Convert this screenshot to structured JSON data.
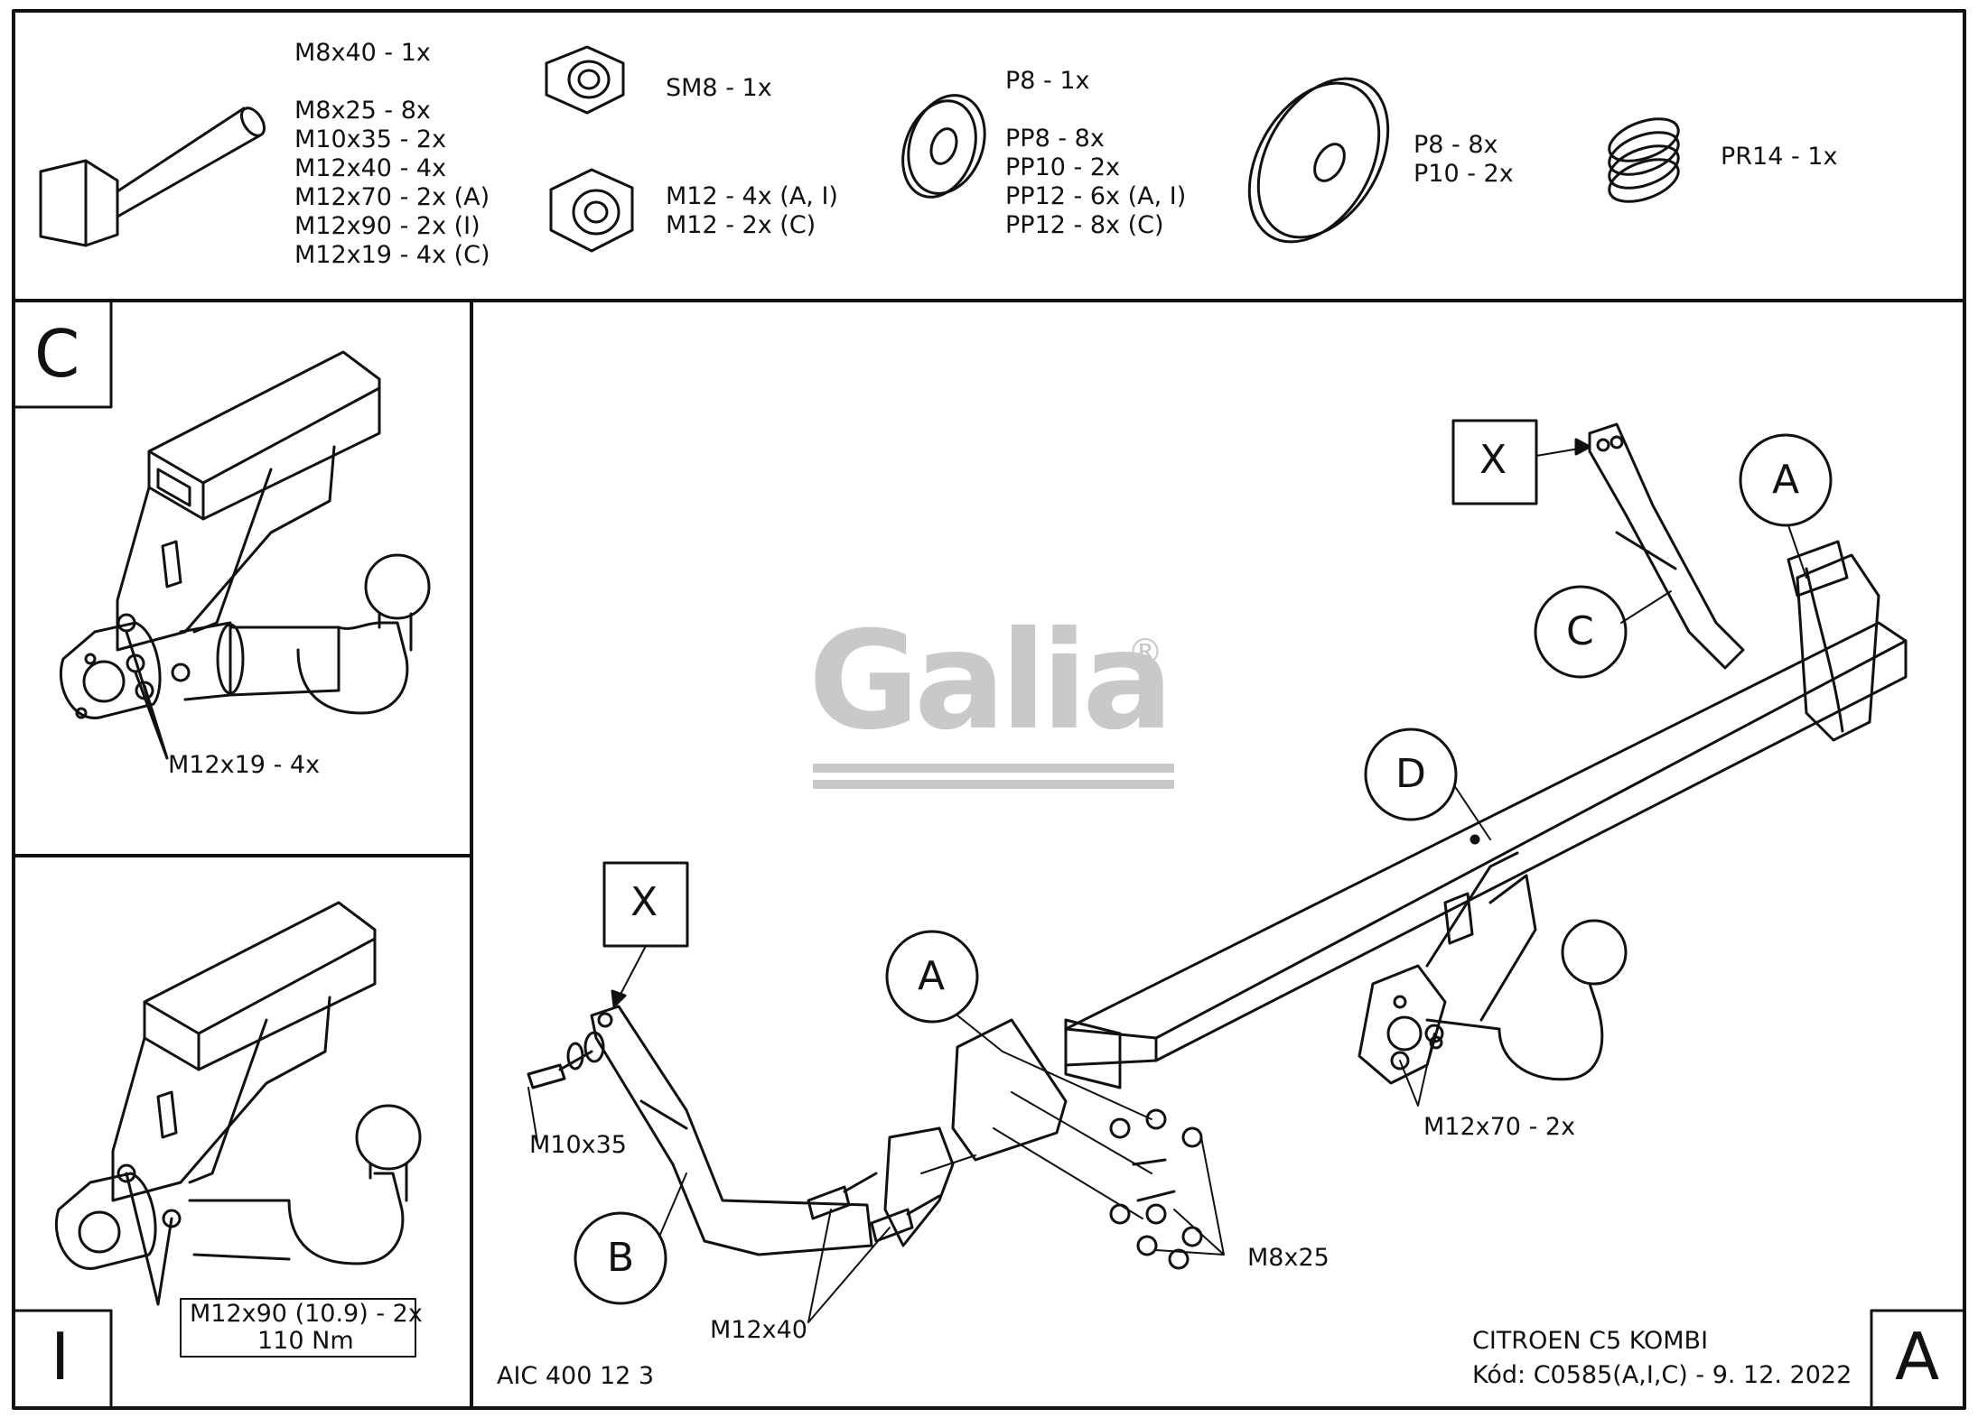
{
  "hardware": {
    "bolt": [
      "M8x40 - 1x",
      "M8x25 - 8x",
      "M10x35 - 2x",
      "M12x40 - 4x",
      "M12x70 - 2x (A)",
      "M12x90 - 2x (I)",
      "M12x19 - 4x (C)"
    ],
    "nut_sm8": "SM8 - 1x",
    "nut_m12": [
      "M12 - 4x (A, I)",
      "M12 - 2x (C)"
    ],
    "washer_small": [
      "P8 - 1x",
      "PP8 - 8x",
      "PP10 - 2x",
      "PP12 - 6x (A, I)",
      "PP12 - 8x (C)"
    ],
    "washer_large": [
      "P8 - 8x",
      "P10 - 2x"
    ],
    "spring": "PR14 - 1x"
  },
  "panel_c": {
    "letter": "C",
    "bolt_label": "M12x19 - 4x"
  },
  "panel_i": {
    "letter": "I",
    "bolt_label": "M12x90 (10.9) - 2x",
    "torque": "110 Nm"
  },
  "main": {
    "logo": "Galia",
    "logo_mark": "®",
    "callouts": {
      "x_top": "X",
      "x_left": "X",
      "a_top": "A",
      "a_left": "A",
      "c": "C",
      "d": "D",
      "b": "B"
    },
    "labels": {
      "m10x35": "M10x35",
      "m12x40": "M12x40",
      "m8x25": "M8x25",
      "m12x70": "M12x70 - 2x"
    },
    "code": "AIC 400 12 3",
    "vehicle": "CITROEN C5 KOMBI",
    "kod": "Kód: C0585(A,I,C) - 9. 12. 2022",
    "panel_letter": "A"
  }
}
